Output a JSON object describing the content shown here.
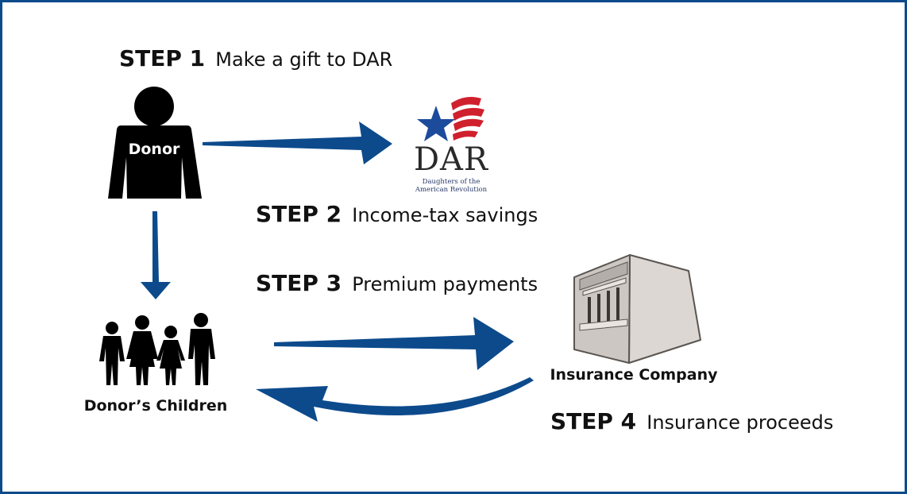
{
  "steps": [
    {
      "num": "STEP 1",
      "desc": "Make a gift to DAR"
    },
    {
      "num": "STEP 2",
      "desc": "Income-tax savings"
    },
    {
      "num": "STEP 3",
      "desc": "Premium payments"
    },
    {
      "num": "STEP 4",
      "desc": "Insurance proceeds"
    }
  ],
  "donor": {
    "label": "Donor"
  },
  "children": {
    "label": "Donor’s Children"
  },
  "insurer": {
    "label": "Insurance Company"
  },
  "dar": {
    "acronym": "DAR",
    "line1": "Daughters of the",
    "line2": "American Revolution"
  },
  "colors": {
    "arrow": "#0c4a8c",
    "border": "#0c4a8c",
    "flag_red": "#d0202e",
    "star_blue": "#1d4b9c"
  }
}
